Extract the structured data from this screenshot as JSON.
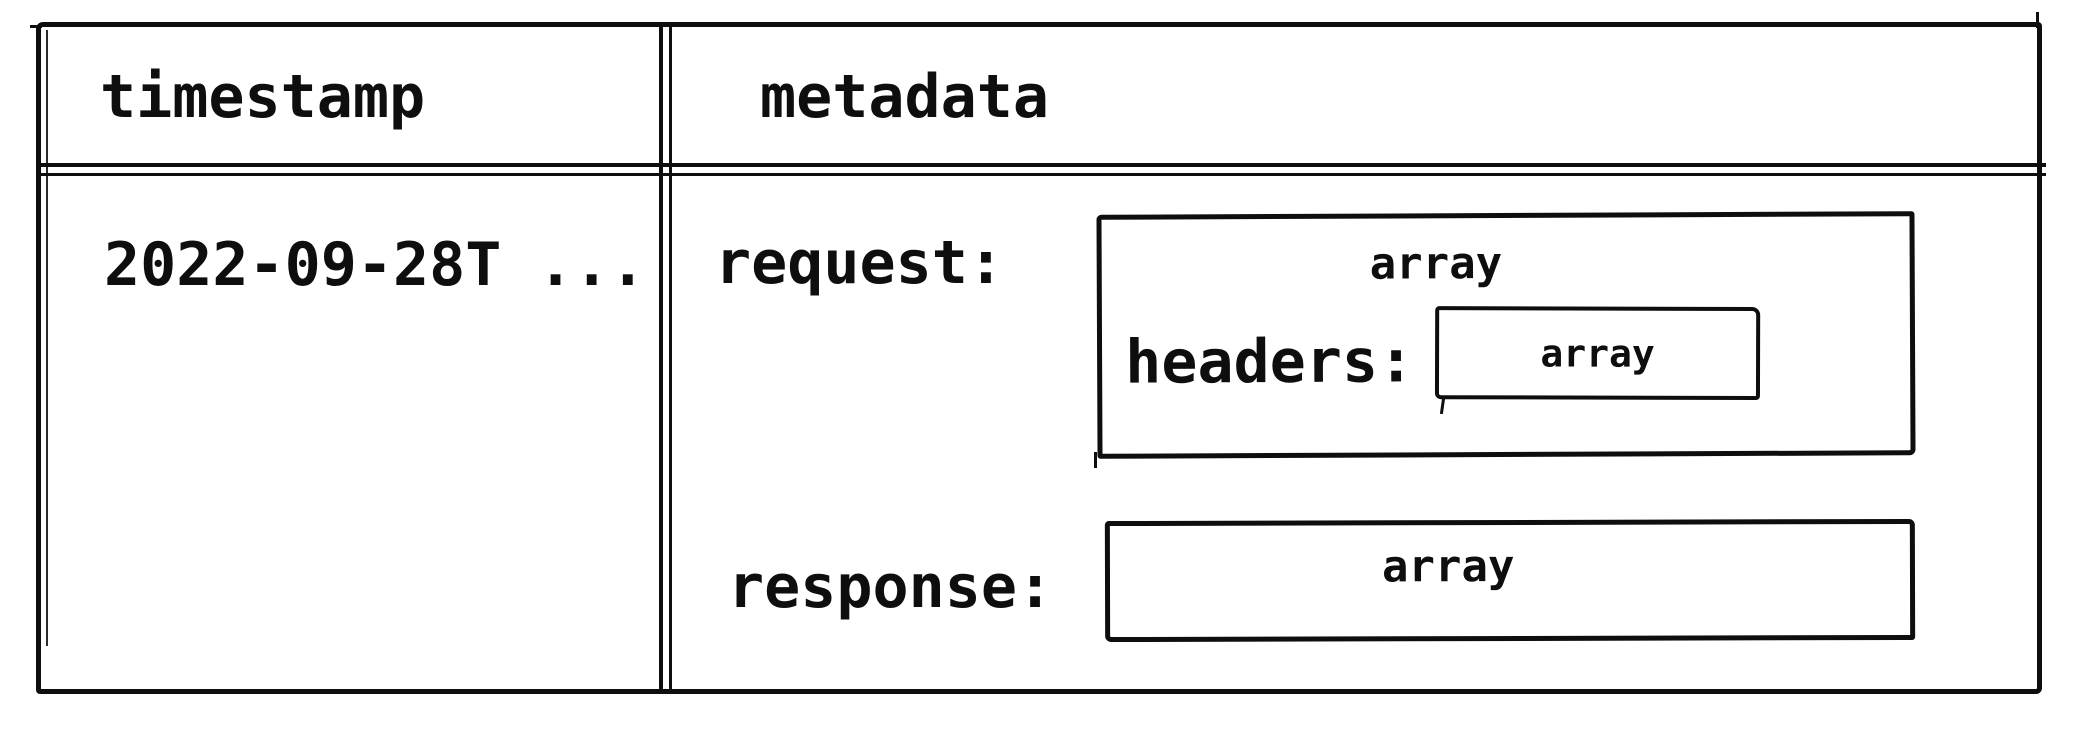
{
  "diagram": {
    "description": "hand-drawn table schema",
    "colors": {
      "ink": "#0e0e0e",
      "background": "#ffffff"
    },
    "table": {
      "columns": [
        {
          "header": "timestamp"
        },
        {
          "header": "metadata"
        }
      ],
      "row": {
        "timestamp_value": "2022-09-28T ...",
        "metadata": {
          "request_label": "request:",
          "request_type": "array",
          "headers_label": "headers:",
          "headers_type": "array",
          "response_label": "response:",
          "response_type": "array"
        }
      }
    }
  }
}
